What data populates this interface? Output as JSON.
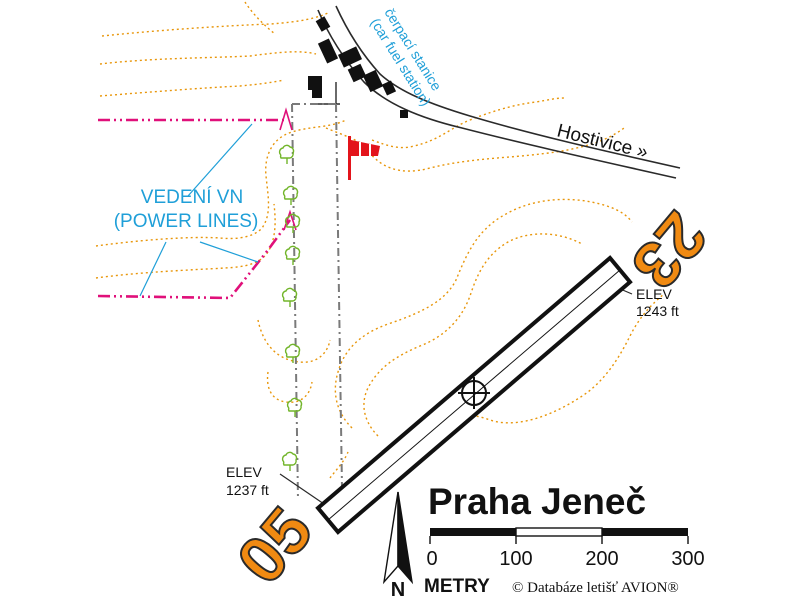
{
  "colors": {
    "contour": "#e8960a",
    "road": "#2a2a2a",
    "runway": "#111111",
    "power_line": "#e0107a",
    "label_blue": "#1f9fd8",
    "windsock": "#e3141b",
    "tree": "#72b52a",
    "runway_number_fill": "#f08a12",
    "fence": "#7a7a7a",
    "building": "#111111"
  },
  "labels": {
    "fuel_station_cs": "čerpací stanice",
    "fuel_station_en": "(car fuel station)",
    "town": "Hostivice »",
    "power_lines_cs": "VEDENÍ VN",
    "power_lines_en": "(POWER LINES)",
    "elev_label_ne": "ELEV",
    "elev_value_ne": "1243 ft",
    "elev_label_sw": "ELEV",
    "elev_value_sw": "1237 ft",
    "runway_05": "05",
    "runway_23": "23"
  },
  "airport": {
    "name": "Praha Jeneč"
  },
  "scale": {
    "ticks": [
      "0",
      "100",
      "200",
      "300"
    ],
    "unit": "METRY",
    "copyright": "© Databáze letišť AVION®"
  },
  "north": {
    "letter": "N"
  },
  "icons": {
    "windsock": "windsock-icon",
    "tree": "tree-icon",
    "reference_point": "crosshair-icon",
    "north_arrow": "north-arrow-icon"
  }
}
